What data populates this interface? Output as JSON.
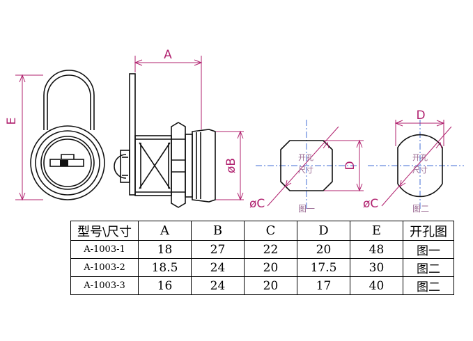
{
  "diagram": {
    "dim_labels": {
      "A": "A",
      "E": "E",
      "phiB": "øB",
      "phiC_1": "øC",
      "D_1": "D",
      "phiC_2": "øC",
      "D_2": "D"
    },
    "hole_labels": {
      "fig1_line1": "开孔",
      "fig1_line2": "尺寸",
      "fig2_line1": "开孔",
      "fig2_line2": "尺寸"
    },
    "figure_labels": {
      "fig1": "图一",
      "fig2": "图二"
    }
  },
  "table": {
    "headers": [
      "型号\\尺寸",
      "A",
      "B",
      "C",
      "D",
      "E",
      "开孔图"
    ],
    "rows": [
      [
        "A-1003-1",
        "18",
        "27",
        "22",
        "20",
        "48",
        "图一"
      ],
      [
        "A-1003-2",
        "18.5",
        "24",
        "20",
        "17.5",
        "30",
        "图二"
      ],
      [
        "A-1003-3",
        "16",
        "24",
        "20",
        "17",
        "40",
        "图二"
      ]
    ]
  }
}
